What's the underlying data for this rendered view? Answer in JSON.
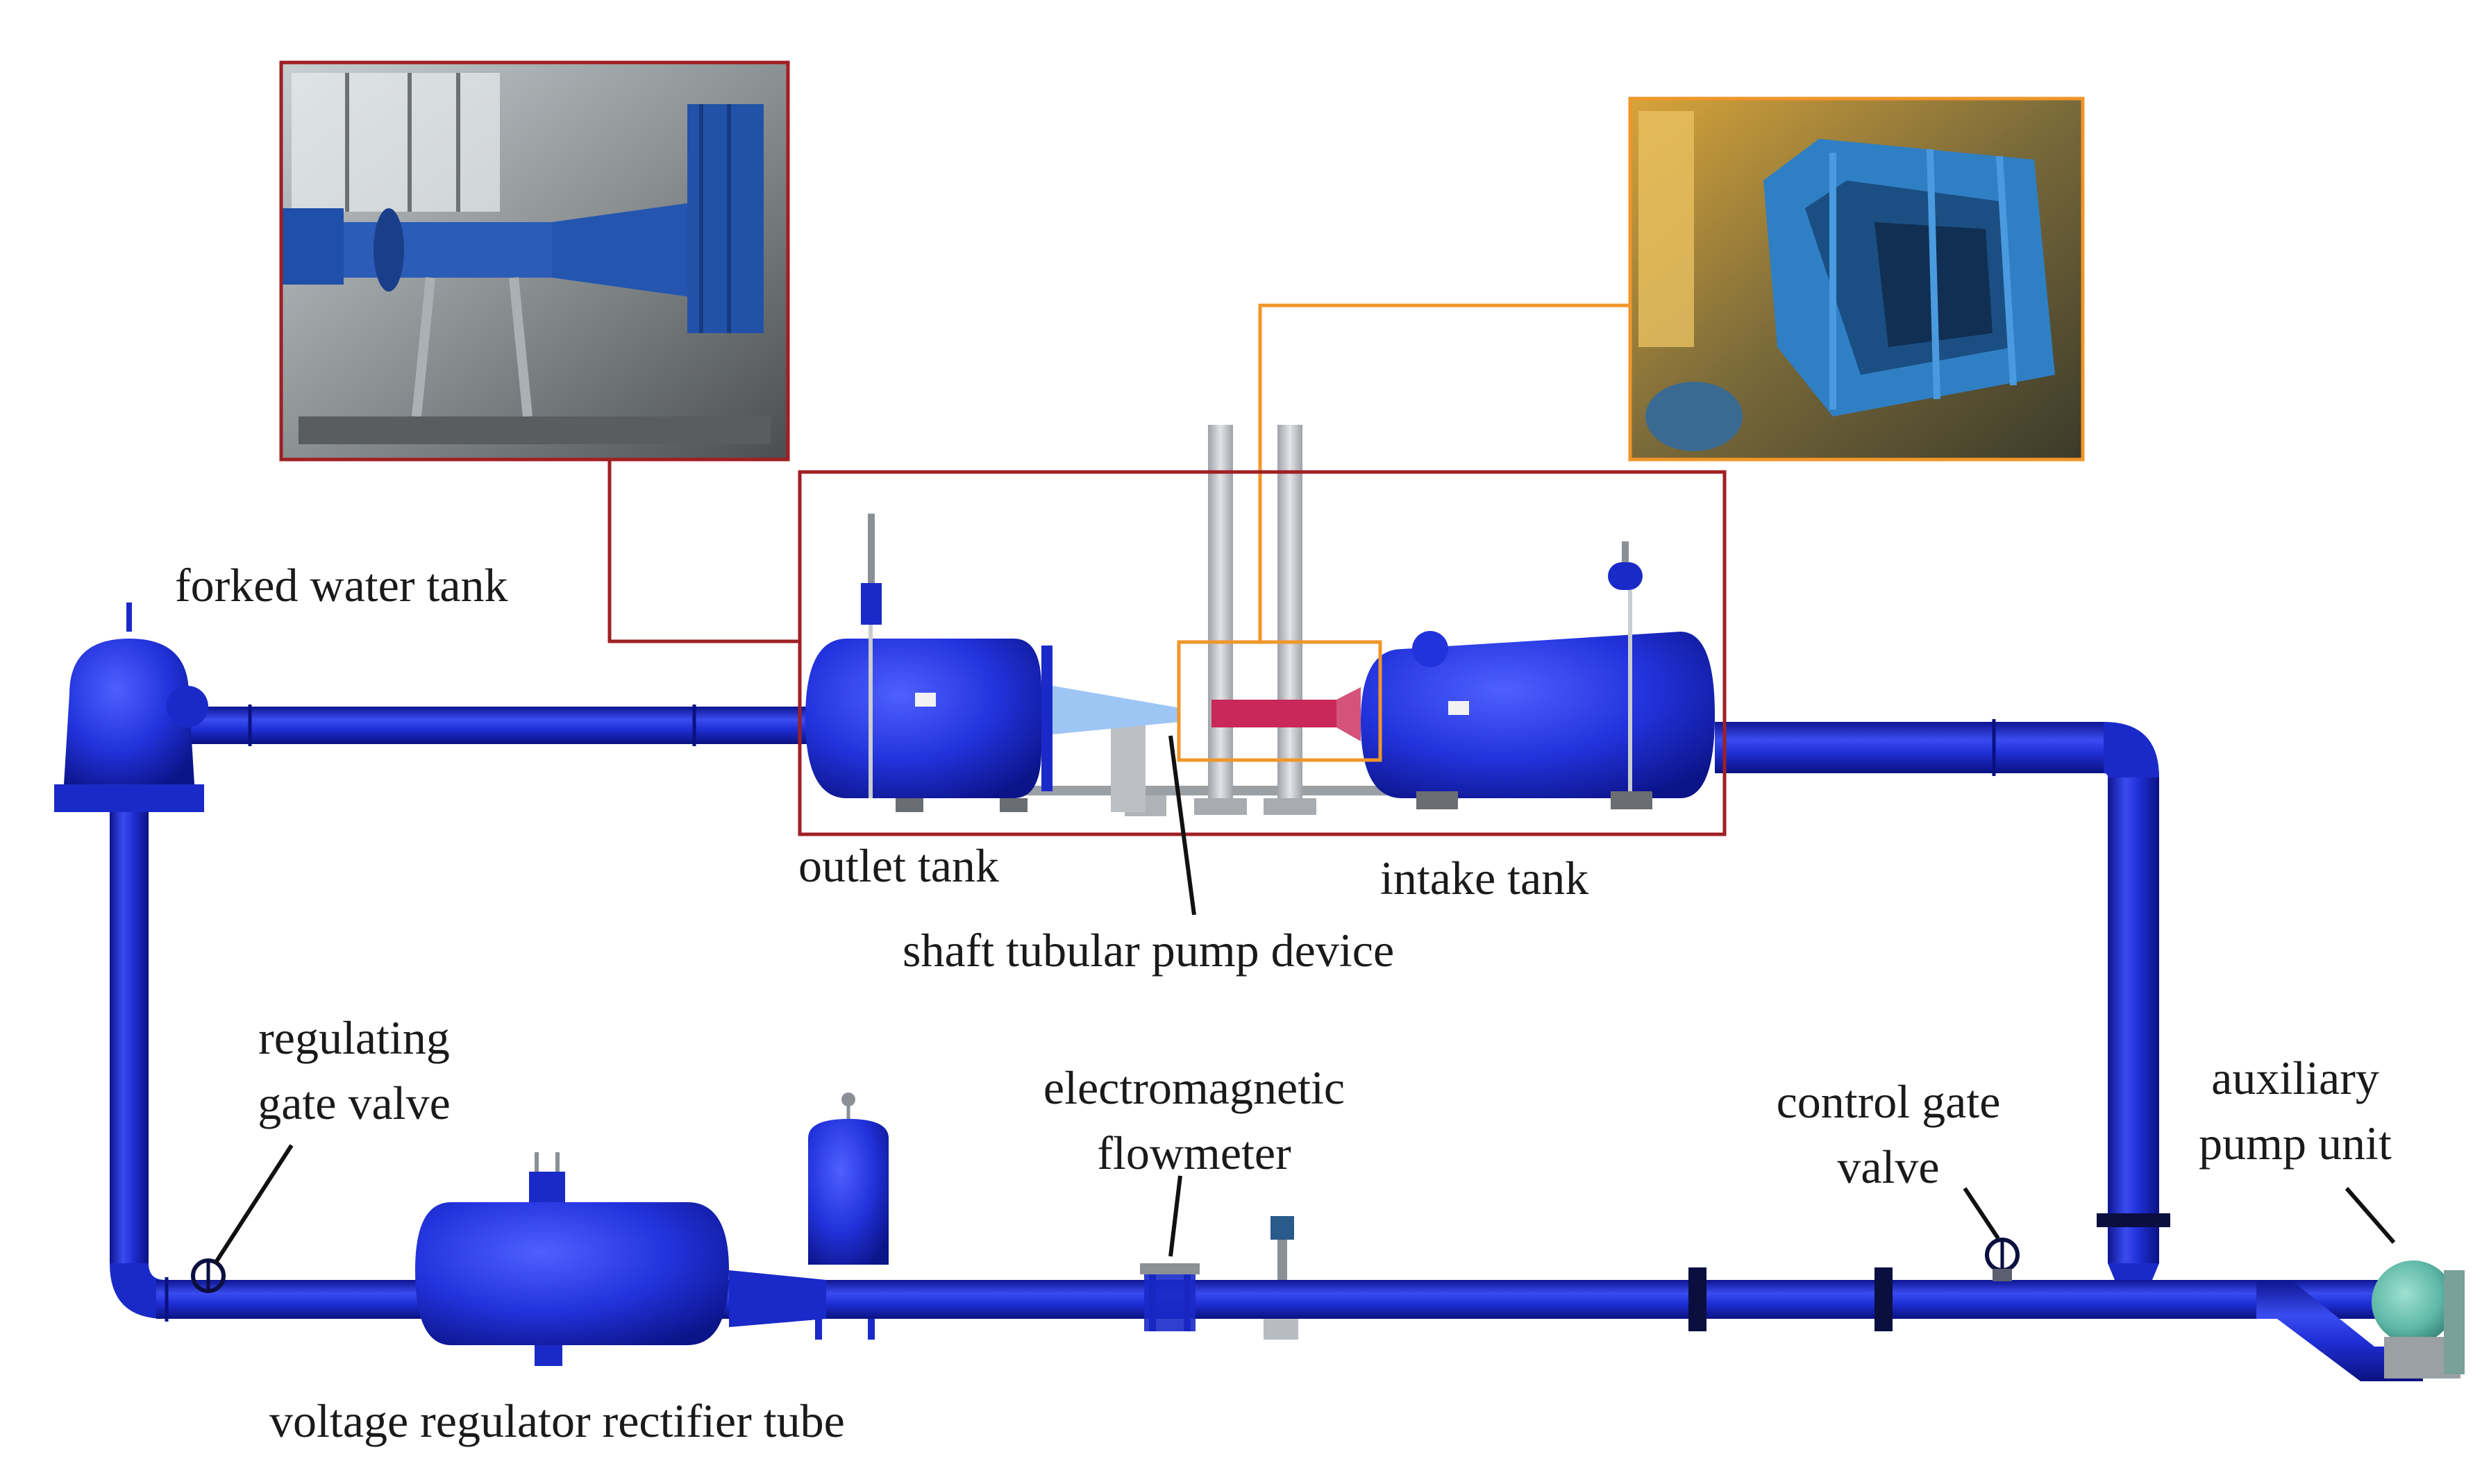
{
  "labels": {
    "forked_water_tank": "forked water tank",
    "outlet_tank": "outlet tank",
    "intake_tank": "intake tank",
    "shaft_tubular_pump_device": "shaft tubular pump device",
    "regulating_gate_valve": [
      "regulating",
      "gate valve"
    ],
    "voltage_regulator_rectifier_tube": "voltage regulator rectifier tube",
    "electromagnetic_flowmeter": [
      "electromagnetic",
      "flowmeter"
    ],
    "control_gate_valve": [
      "control gate",
      "valve"
    ],
    "auxiliary_pump_unit": [
      "auxiliary",
      "pump unit"
    ]
  },
  "colors": {
    "pipe": "#1f2fd6",
    "pipe_dark": "#0d1590",
    "pipe_light": "#5a6cff",
    "tank": "#2436e0",
    "callout_red": "#a01f24",
    "callout_orange": "#f0962a",
    "support_gray": "#c7c9cc",
    "impeller_red": "#c8285a",
    "diffuser_light": "#9ec6f5",
    "pump_teal": "#5fb8a6"
  },
  "photos": {
    "left": "photo of shaft tubular pump device installation",
    "right": "photo of intake passage model"
  }
}
